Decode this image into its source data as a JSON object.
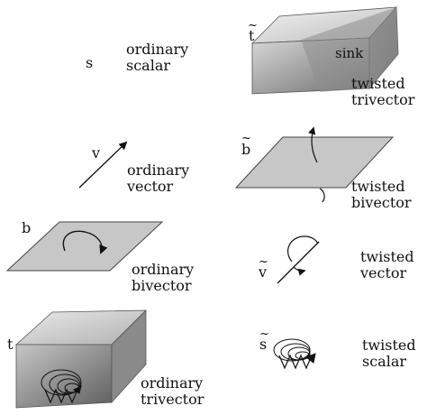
{
  "figure": {
    "left_column": [
      {
        "symbol": "s",
        "label": "ordinary\nscalar"
      },
      {
        "symbol": "v",
        "label": "ordinary\nvector"
      },
      {
        "symbol": "b",
        "label": "ordinary\nbivector"
      },
      {
        "symbol": "t",
        "label": "ordinary\ntrivector"
      }
    ],
    "right_column": [
      {
        "symbol": "t",
        "tilde": "~",
        "label": "twisted\ntrivector",
        "face_text": "sink"
      },
      {
        "symbol": "b",
        "tilde": "~",
        "label": "twisted\nbivector"
      },
      {
        "symbol": "v",
        "tilde": "~",
        "label": "twisted\nvector"
      },
      {
        "symbol": "s",
        "tilde": "~",
        "label": "twisted\nscalar"
      }
    ]
  }
}
